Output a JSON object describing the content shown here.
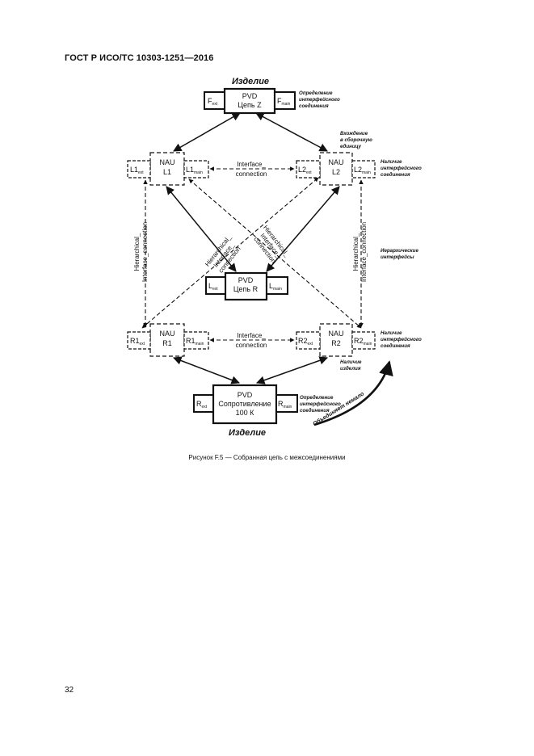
{
  "header": {
    "title": "ГОСТ Р ИСО/ТС 10303-1251—2016"
  },
  "page": {
    "number": "32"
  },
  "figure": {
    "caption": "Рисунок F.5 — Собранная цепь с межсоединениями",
    "top_label": "Изделие",
    "bottom_label": "Изделие",
    "pvd_z": {
      "line1": "PVD",
      "line2": "Цепь Z",
      "port_left_main": "F",
      "port_left_sub": "ext",
      "port_right_main": "F",
      "port_right_sub": "main"
    },
    "pvd_r": {
      "line1": "PVD",
      "line2": "Цепь R",
      "port_left_main": "L",
      "port_left_sub": "ext",
      "port_right_main": "L",
      "port_right_sub": "main"
    },
    "pvd_res": {
      "line1": "PVD",
      "line2": "Сопротивление",
      "line3": "100 К",
      "port_left_main": "R",
      "port_left_sub": "ext",
      "port_right_main": "R",
      "port_right_sub": "main"
    },
    "nau_l1": {
      "line1": "NAU",
      "line2": "L1",
      "port_left_main": "L1",
      "port_left_sub": "ext",
      "port_right_main": "L1",
      "port_right_sub": "main"
    },
    "nau_l2": {
      "line1": "NAU",
      "line2": "L2",
      "port_left_main": "L2",
      "port_left_sub": "ext",
      "port_right_main": "L2",
      "port_right_sub": "main"
    },
    "nau_r1": {
      "line1": "NAU",
      "line2": "R1",
      "port_left_main": "R1",
      "port_left_sub": "ext",
      "port_right_main": "R1",
      "port_right_sub": "main"
    },
    "nau_r2": {
      "line1": "NAU",
      "line2": "R2",
      "port_left_main": "R2",
      "port_left_sub": "ext",
      "port_right_main": "R2",
      "port_right_sub": "main"
    },
    "interface_upper": {
      "line1": "Interface_",
      "line2": "connection"
    },
    "interface_lower": {
      "line1": "Interface_",
      "line2": "connection"
    },
    "hier_left": {
      "line1": "Hierarchical_",
      "line2": "Interface_connection"
    },
    "hier_right": {
      "line1": "Hierarchical_",
      "line2": "Interface_connection"
    },
    "hier_center_left": {
      "line1": "Hierarchical_",
      "line2": "Interface_",
      "line3": "connection"
    },
    "hier_center_right": {
      "line1": "Hierarchical_",
      "line2": "Interface_",
      "line3": "connection"
    },
    "notes": {
      "def_top_1": "Определение",
      "def_top_2": "интерфейсного",
      "def_top_3": "соединения",
      "insert_1": "Вхождение",
      "insert_2": "в сборочную",
      "insert_3": "единицу",
      "pres_top_1": "Наличие",
      "pres_top_2": "интерфейсного",
      "pres_top_3": "соединения",
      "hier_1": "Иерархические",
      "hier_2": "интерфейсы",
      "pres_low_1": "Наличие",
      "pres_low_2": "интерфейсного",
      "pres_low_3": "соединения",
      "prod_1": "Наличие",
      "prod_2": "изделия",
      "def_bot_1": "Определение",
      "def_bot_2": "интерфейсного",
      "def_bot_3": "соединения",
      "common": "Объединяет немало"
    }
  }
}
